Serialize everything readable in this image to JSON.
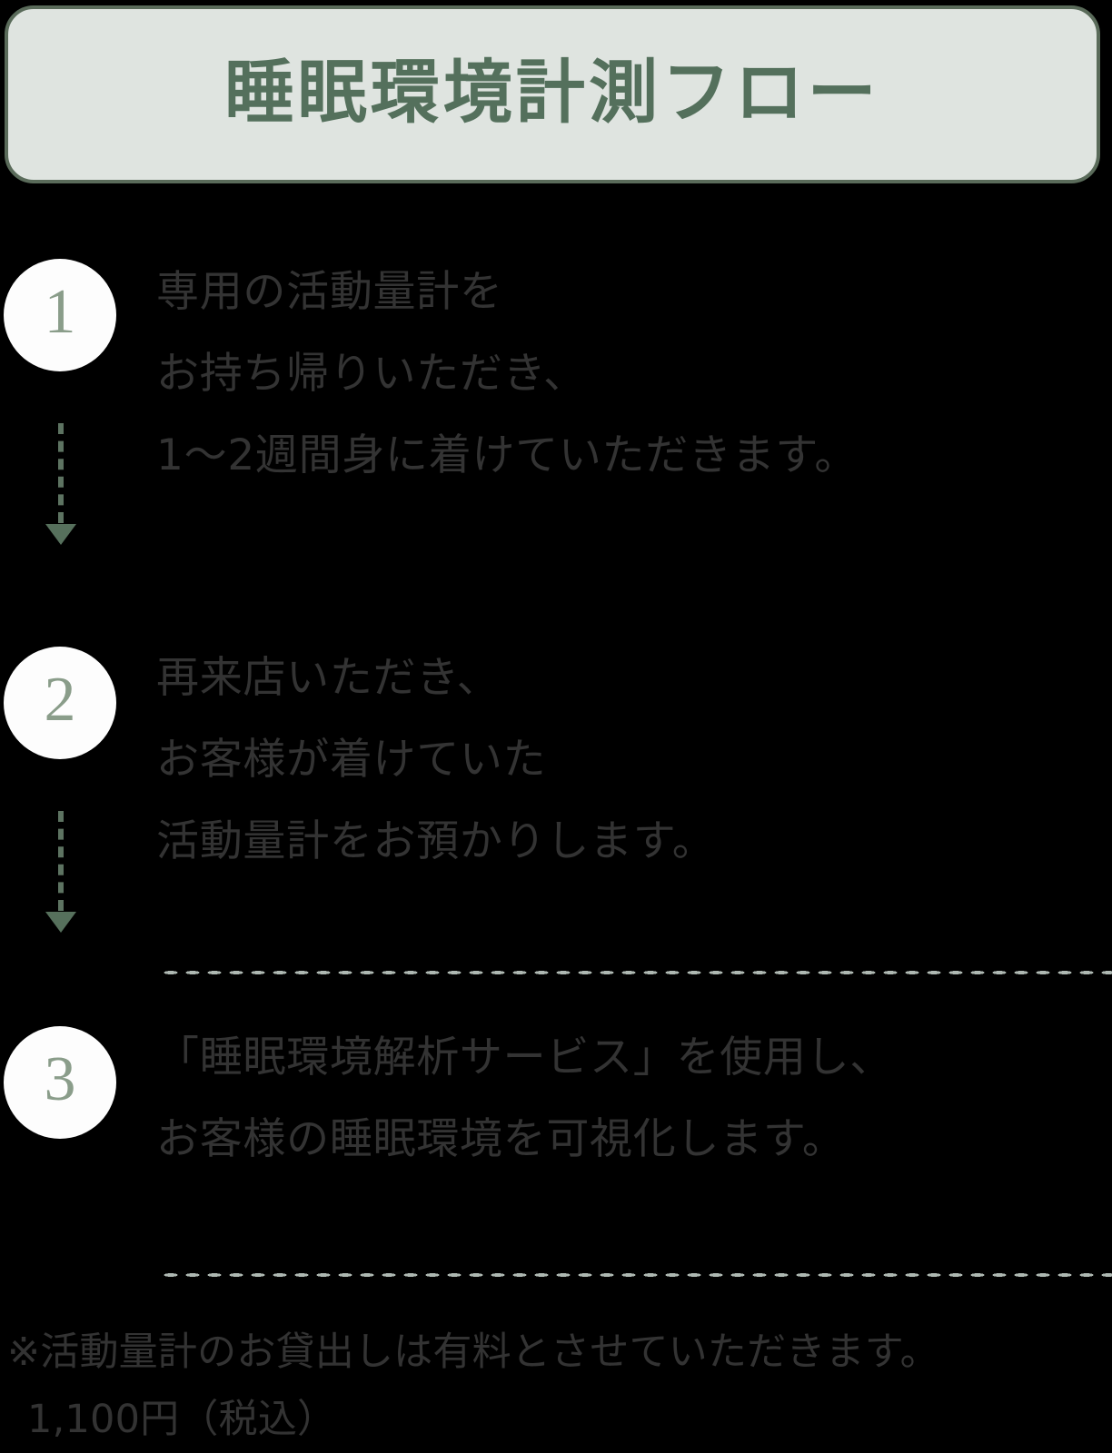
{
  "header": {
    "title": "睡眠環境計測フロー",
    "fill_color": "#DFE4E0",
    "border_color": "#5A6B5A",
    "title_color": "#54705C"
  },
  "theme": {
    "background": "#000000",
    "body_text_color": "#333333",
    "accent_green": "#56705C",
    "badge_number_color": "#8A9D8A",
    "dotted_rule_color": "#AEB8B2",
    "badge_fill": "#FDFDFD"
  },
  "steps": [
    {
      "number": "1",
      "lines": [
        "専用の活動量計を",
        "お持ち帰りいただき、",
        "1～2週間身に着けていただきます。"
      ]
    },
    {
      "number": "2",
      "lines": [
        "再来店いただき、",
        "お客様が着けていた",
        "活動量計をお預かりします。"
      ]
    },
    {
      "number": "3",
      "lines": [
        "「睡眠環境解析サービス」を使用し、",
        "お客様の睡眠環境を可視化します。"
      ]
    }
  ],
  "footnote": {
    "lines": [
      "※活動量計のお貸出しは有料とさせていただきます。",
      "1,100円（税込）"
    ],
    "price": "1,100円（税込）"
  }
}
